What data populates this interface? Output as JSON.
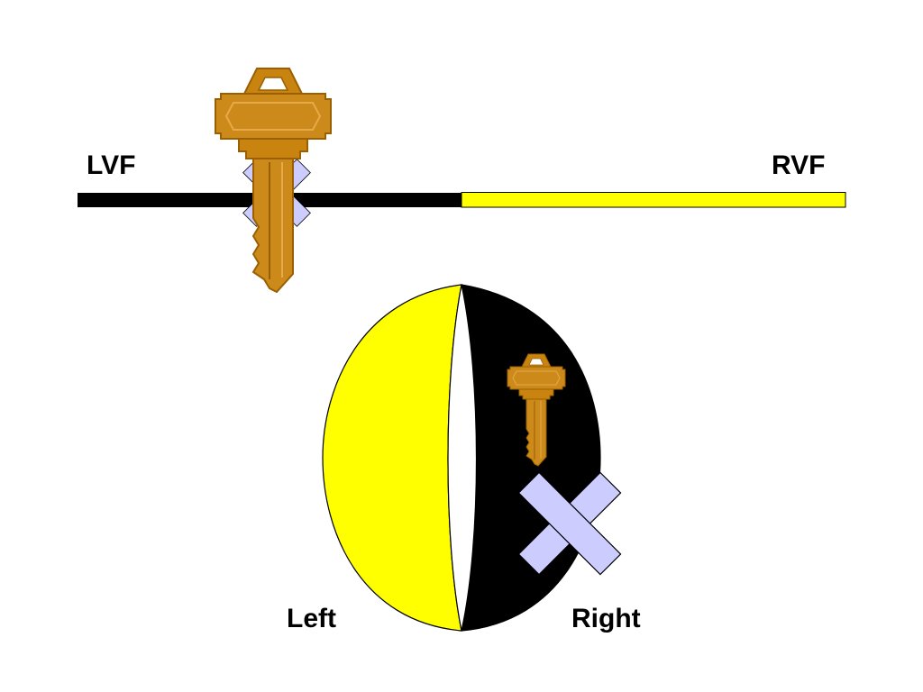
{
  "labels": {
    "left_visual_field": "LVF",
    "right_visual_field": "RVF",
    "left_hemisphere": "Left",
    "right_hemisphere": "Right"
  },
  "colors": {
    "left_field": "#000000",
    "right_field": "#ffff00",
    "left_hemisphere": "#ffff00",
    "right_hemisphere": "#000000",
    "cross": "#ccccff",
    "key": "#cc8400"
  },
  "icons": {
    "key": "key-icon",
    "cross": "cross-mark-icon"
  }
}
